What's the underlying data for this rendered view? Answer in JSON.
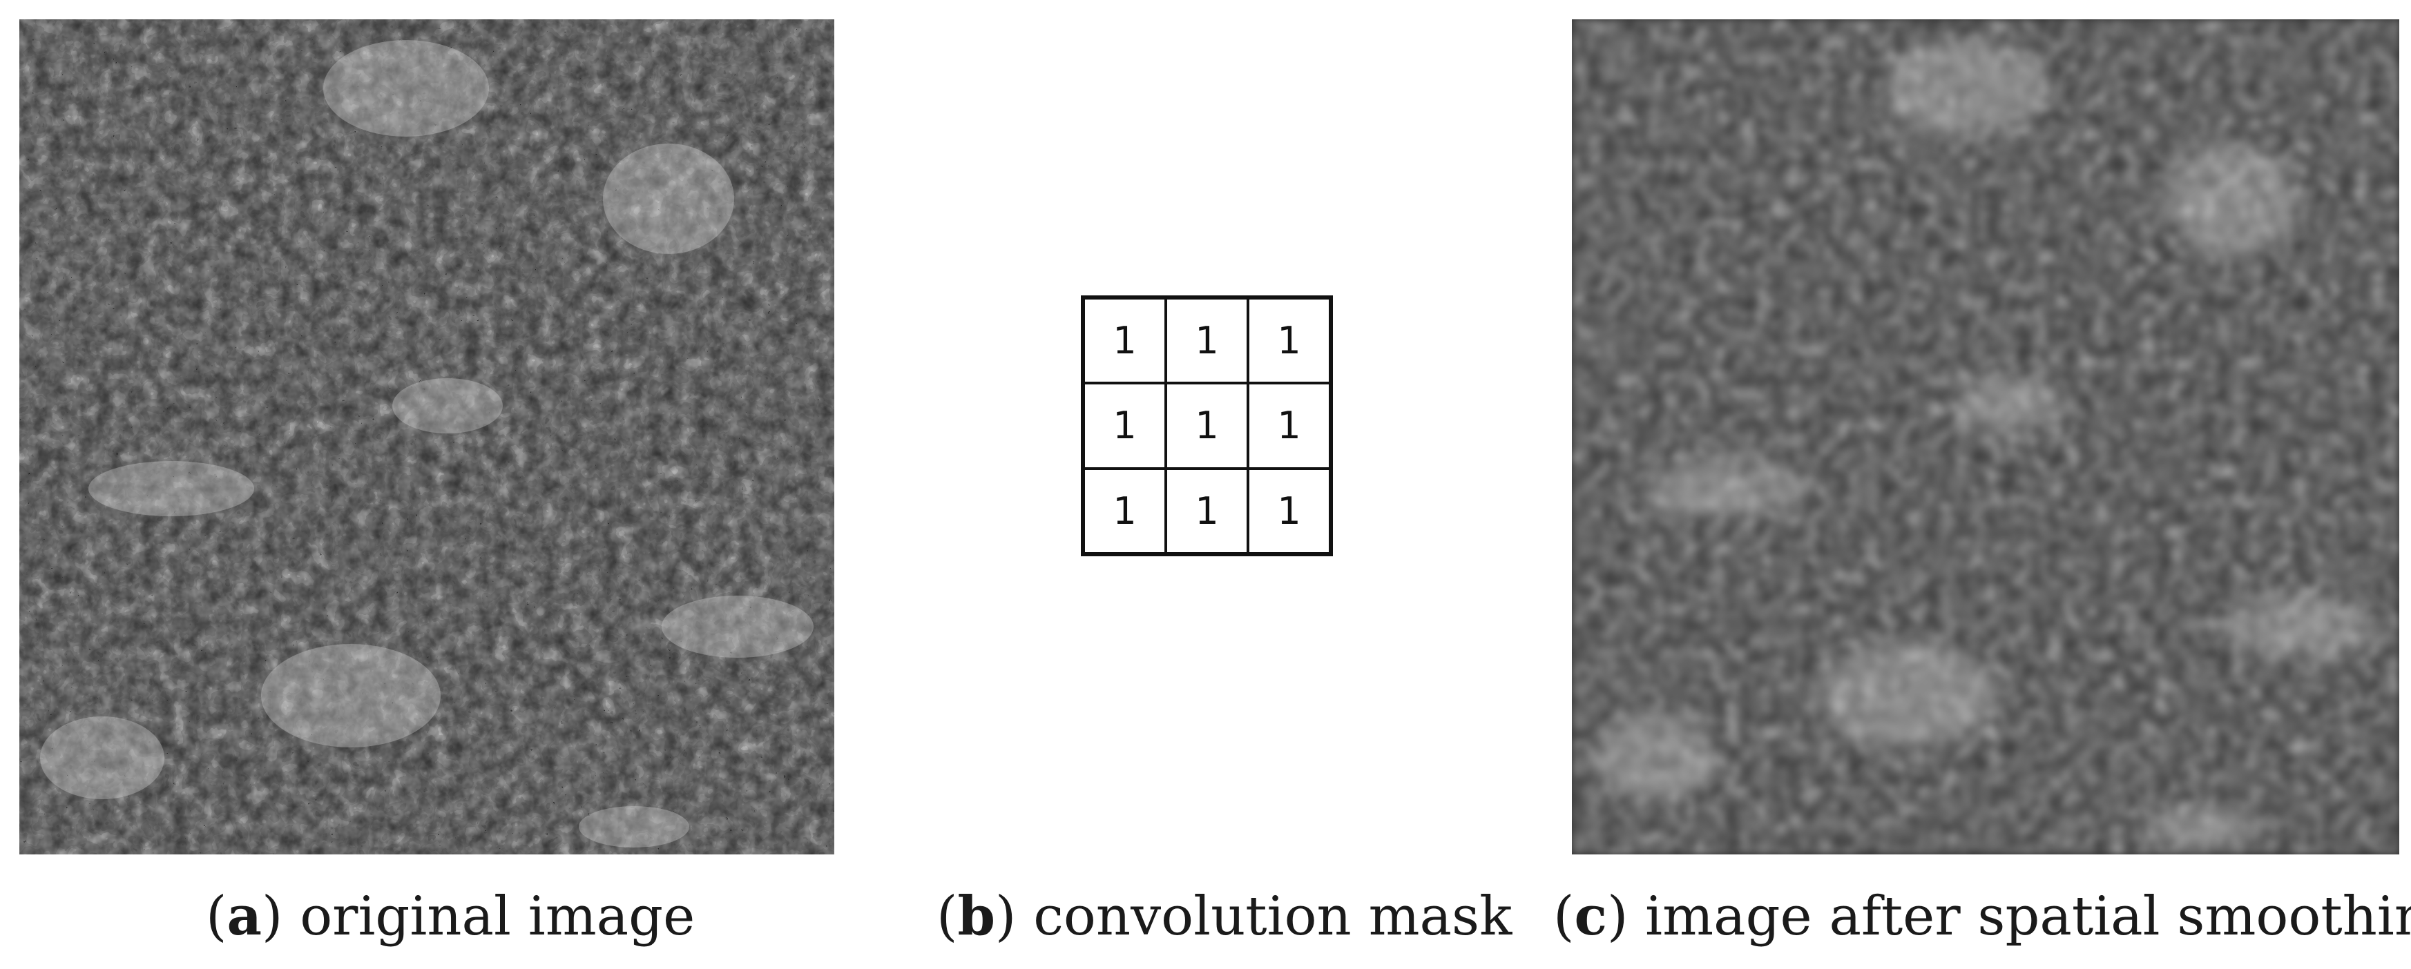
{
  "panels": {
    "a": {
      "open": "(",
      "label": "a",
      "close": ")",
      "caption": " original image"
    },
    "b": {
      "open": "(",
      "label": "b",
      "close": ")",
      "caption": " convolution mask",
      "mask": [
        [
          "1",
          "1",
          "1"
        ],
        [
          "1",
          "1",
          "1"
        ],
        [
          "1",
          "1",
          "1"
        ]
      ]
    },
    "c": {
      "open": "(",
      "label": "c",
      "close": ")",
      "caption": " image after spatial smoothing"
    }
  }
}
